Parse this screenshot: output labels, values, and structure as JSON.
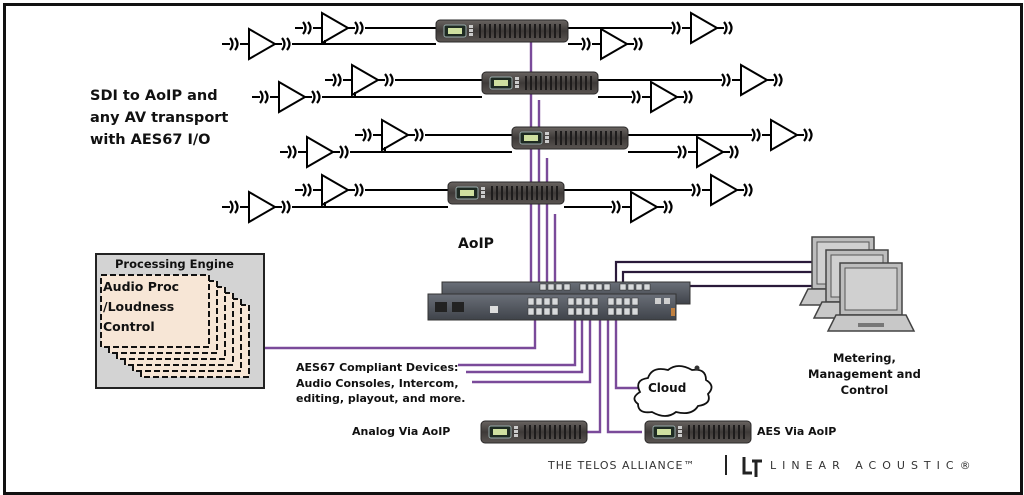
{
  "diagram": {
    "title_block": {
      "line1": "SDI to AoIP and",
      "line2": "any AV transport",
      "line3": "with AES67 I/O"
    },
    "network_label": "AoIP",
    "processing_engine": {
      "title": "Processing  Engine",
      "line1": "Audio Proc",
      "line2": "/Loudness",
      "line3": "Control"
    },
    "aes67_devices": {
      "line1": "AES67 Compliant Devices:",
      "line2": "Audio Consoles, Intercom,",
      "line3": "editing, playout, and more."
    },
    "cloud_label": "Cloud",
    "analog_label": "Analog Via AoIP",
    "aes_label": "AES Via AoIP",
    "metering": {
      "line1": "Metering,",
      "line2": "Management and",
      "line3": "Control"
    },
    "footer": {
      "telos": "THE TELOS ALLIANCE™",
      "linear": "LINEAR ACOUSTIC®"
    },
    "colors": {
      "aoip_wire": "#7a4a9a",
      "control_wire": "#2a1a3a",
      "device_body": "#4a4644",
      "engine_fill": "#f7e6d6",
      "engine_bg": "#d3d3d3"
    }
  }
}
